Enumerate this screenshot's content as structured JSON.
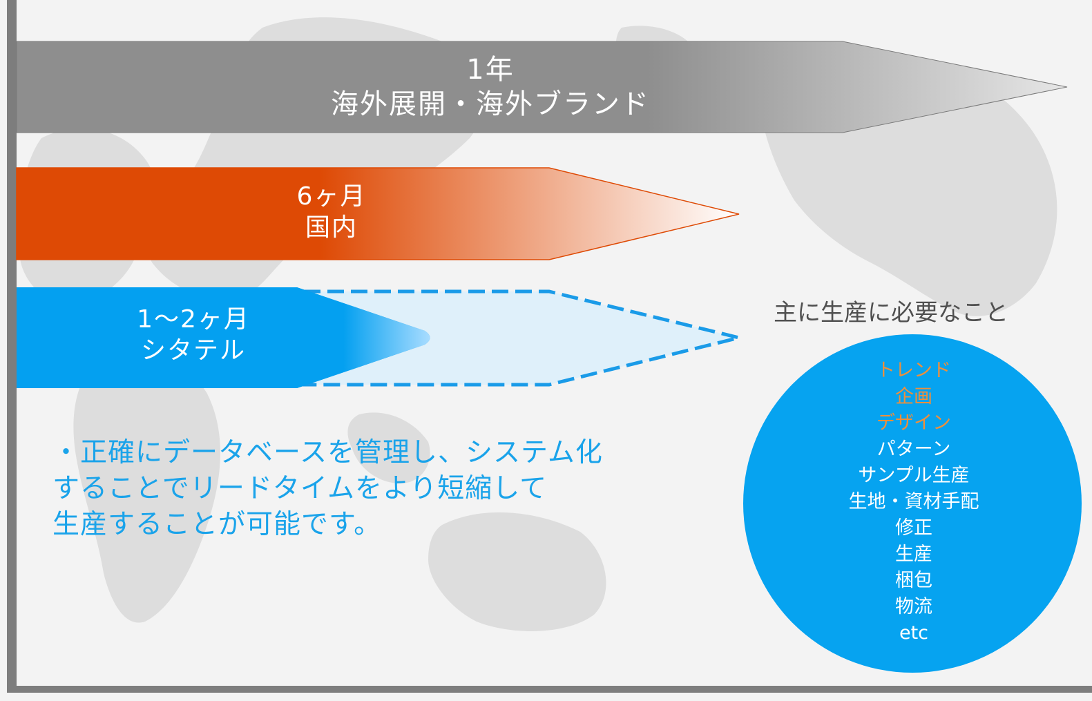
{
  "colors": {
    "gray_bar": "#8e8e8e",
    "orange_bar": "#de4a05",
    "blue_bar": "#04a0f0",
    "blue_text": "#1aa3ea",
    "highlight_text": "#ef8f3a",
    "circle": "#06a3f0"
  },
  "timeline": [
    {
      "id": "overseas",
      "duration": "1年",
      "label": "海外展開・海外ブランド"
    },
    {
      "id": "domestic",
      "duration": "6ヶ月",
      "label": "国内"
    },
    {
      "id": "shitateru",
      "duration": "1〜2ヶ月",
      "label": "シタテル"
    }
  ],
  "description": {
    "lines": [
      "・正確にデータベースを管理し、システム化",
      "することでリードタイムをより短縮して",
      "生産することが可能です。"
    ]
  },
  "needs": {
    "title": "主に生産に必要なこと",
    "items": [
      {
        "text": "トレンド",
        "highlight": true
      },
      {
        "text": "企画",
        "highlight": true
      },
      {
        "text": "デザイン",
        "highlight": true
      },
      {
        "text": "パターン",
        "highlight": false
      },
      {
        "text": "サンプル生産",
        "highlight": false
      },
      {
        "text": "生地・資材手配",
        "highlight": false
      },
      {
        "text": "修正",
        "highlight": false
      },
      {
        "text": "生産",
        "highlight": false
      },
      {
        "text": "梱包",
        "highlight": false
      },
      {
        "text": "物流",
        "highlight": false
      },
      {
        "text": "etc",
        "highlight": false
      }
    ]
  }
}
